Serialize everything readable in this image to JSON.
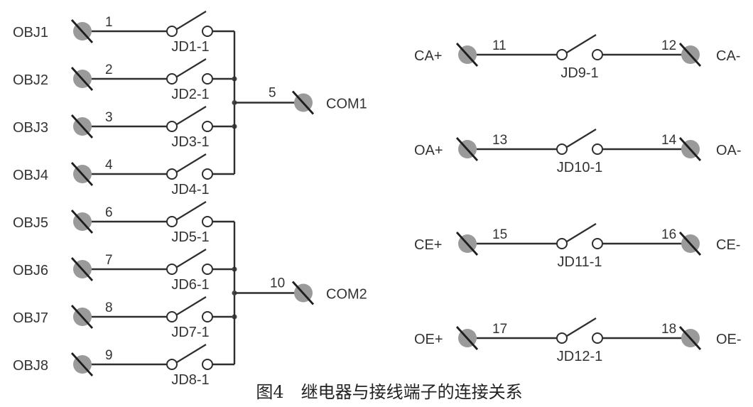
{
  "caption": "图4　继电器与接线端子的连接关系",
  "colors": {
    "wire": "#2e2e2e",
    "terminal": "#9a9a9a",
    "text": "#333333"
  },
  "groups": [
    {
      "id": "com1",
      "common": {
        "label": "COM1",
        "terminal_no": "5"
      },
      "channels": [
        {
          "label": "OBJ1",
          "terminal_no": "1",
          "relay": "JD1-1"
        },
        {
          "label": "OBJ2",
          "terminal_no": "2",
          "relay": "JD2-1"
        },
        {
          "label": "OBJ3",
          "terminal_no": "3",
          "relay": "JD3-1"
        },
        {
          "label": "OBJ4",
          "terminal_no": "4",
          "relay": "JD4-1"
        }
      ]
    },
    {
      "id": "com2",
      "common": {
        "label": "COM2",
        "terminal_no": "10"
      },
      "channels": [
        {
          "label": "OBJ5",
          "terminal_no": "6",
          "relay": "JD5-1"
        },
        {
          "label": "OBJ6",
          "terminal_no": "7",
          "relay": "JD6-1"
        },
        {
          "label": "OBJ7",
          "terminal_no": "8",
          "relay": "JD7-1"
        },
        {
          "label": "OBJ8",
          "terminal_no": "9",
          "relay": "JD8-1"
        }
      ]
    }
  ],
  "pairs": [
    {
      "left_label": "CA+",
      "left_no": "11",
      "relay": "JD9-1",
      "right_no": "12",
      "right_label": "CA-"
    },
    {
      "left_label": "OA+",
      "left_no": "13",
      "relay": "JD10-1",
      "right_no": "14",
      "right_label": "OA-"
    },
    {
      "left_label": "CE+",
      "left_no": "15",
      "relay": "JD11-1",
      "right_no": "16",
      "right_label": "CE-"
    },
    {
      "left_label": "OE+",
      "left_no": "17",
      "relay": "JD12-1",
      "right_no": "18",
      "right_label": "OE-"
    }
  ]
}
